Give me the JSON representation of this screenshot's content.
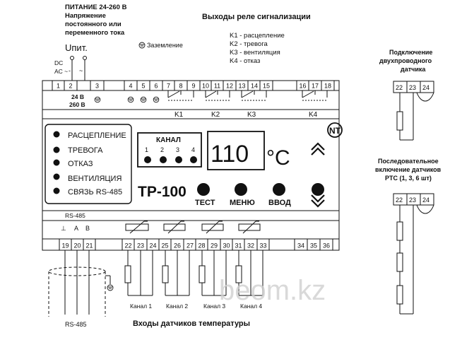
{
  "power": {
    "title": "ПИТАНИЕ 24-260 В",
    "subtitle": [
      "Напряжение",
      "постоянного или",
      "переменного тока"
    ],
    "u_label": "Uпит.",
    "dc": "DC",
    "ac": "AC ~",
    "minus": "-",
    "tilde": "~",
    "v24": "24 В",
    "v260": "260 В"
  },
  "ground_label": "Заземление",
  "relay": {
    "title": "Выходы реле сигнализации",
    "legend": [
      "K1 - расцепление",
      "K2 - тревога",
      "K3 - вентиляция",
      "K4 - отказ"
    ],
    "groups": [
      "K1",
      "K2",
      "K3",
      "K4"
    ]
  },
  "terminals_top": [
    "1",
    "2",
    "3",
    "4",
    "5",
    "6",
    "7",
    "8",
    "9",
    "10",
    "11",
    "12",
    "13",
    "14",
    "15",
    "16",
    "17",
    "18"
  ],
  "terminals_bottom": [
    "19",
    "20",
    "21",
    "22",
    "23",
    "24",
    "25",
    "26",
    "27",
    "28",
    "29",
    "30",
    "31",
    "32",
    "33",
    "34",
    "35",
    "36"
  ],
  "panel": {
    "indicators": [
      "РАСЦЕПЛЕНИЕ",
      "ТРЕВОГА",
      "ОТКАЗ",
      "ВЕНТИЛЯЦИЯ",
      "СВЯЗЬ RS-485"
    ],
    "channel_title": "КАНАЛ",
    "channel_numbers": [
      "1",
      "2",
      "3",
      "4"
    ],
    "display_value": "110",
    "display_unit": "°C",
    "model": "ТР-100",
    "buttons": [
      "ТЕСТ",
      "МЕНЮ",
      "ВВОД"
    ],
    "logo": "NT"
  },
  "rs485": {
    "title": "RS-485",
    "pins": [
      "⊥",
      "A",
      "B"
    ],
    "bottom_label": "RS-485"
  },
  "channels": [
    "Канал 1",
    "Канал 2",
    "Канал 3",
    "Канал 4"
  ],
  "bottom_title": "Входы датчиков температуры",
  "right": {
    "two_wire_title": [
      "Подключение",
      "двухпроводного",
      "датчика"
    ],
    "series_title": [
      "Последовательное",
      "включение датчиков",
      "PTC (1, 3, 6 шт)"
    ],
    "terms": [
      "22",
      "23",
      "24"
    ]
  },
  "watermark": "beom.kz"
}
